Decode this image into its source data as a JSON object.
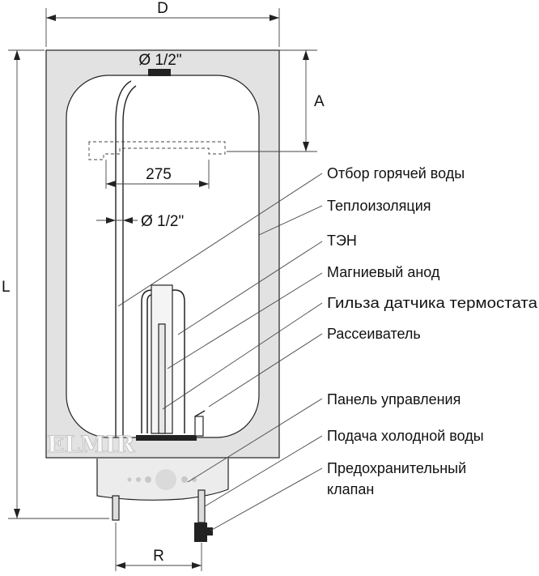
{
  "dimensions": {
    "width_label": "D",
    "height_label": "L",
    "top_offset_label": "A",
    "pipe_spacing_label": "R",
    "bracket_spacing": "275",
    "top_fitting": "Ø 1/2\"",
    "inner_pipe_fitting": "Ø 1/2\""
  },
  "callouts": [
    "Отбор горячей воды",
    "Теплоизоляция",
    "ТЭН",
    "Магниевый анод",
    "Гильза датчика термостата",
    "Рассеиватель",
    "Панель управления",
    "Подача холодной воды",
    "Предохранительный",
    "клапан"
  ],
  "watermark": "ELMIR",
  "colors": {
    "insulation": "#e2e2e2",
    "tank": "#ffffff",
    "outline": "#222222"
  }
}
